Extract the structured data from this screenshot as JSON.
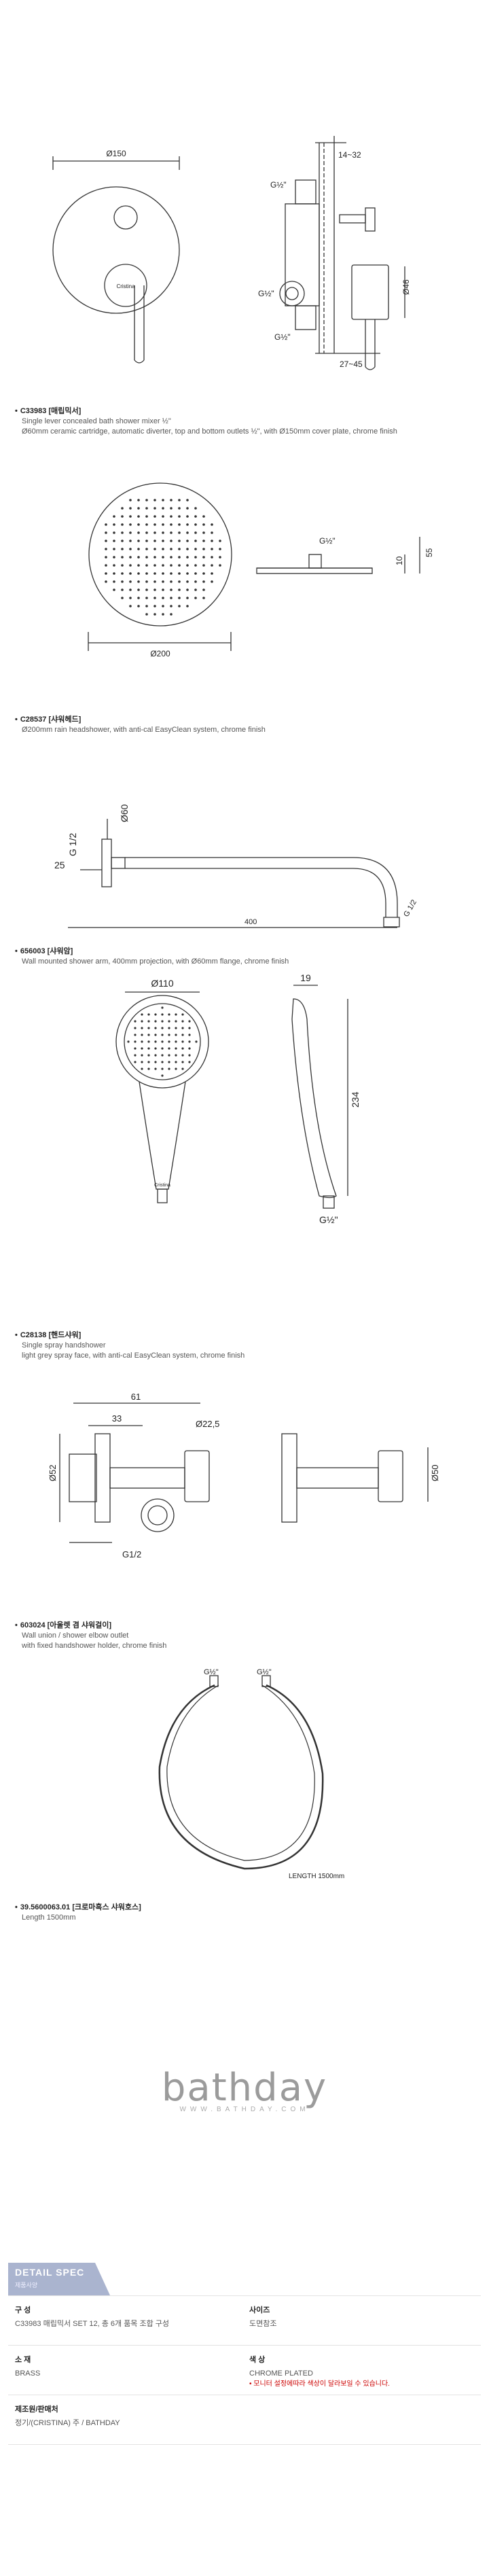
{
  "products": [
    {
      "code": "C33983 [매립믹서]",
      "desc": [
        "Single lever concealed bath shower mixer ½\"",
        "Ø60mm ceramic cartridge, automatic diverter, top and bottom outlets ½\", with Ø150mm cover plate, chrome finish"
      ],
      "dims": {
        "d150": "Ø150",
        "r1432": "14~32",
        "g1": "G½\"",
        "g2": "G½\"",
        "g3": "G½\"",
        "d46": "Ø46",
        "r2745": "27~45"
      },
      "brand": "Cristina"
    },
    {
      "code": "C28537 [샤워헤드]",
      "desc": [
        "Ø200mm rain headshower, with anti-cal EasyClean system, chrome finish"
      ],
      "dims": {
        "d200": "Ø200",
        "g": "G½\"",
        "h10": "10",
        "h55": "55"
      }
    },
    {
      "code": "656003 [샤워암]",
      "desc": [
        "Wall mounted shower arm, 400mm projection, with Ø60mm flange, chrome finish"
      ],
      "dims": {
        "g12": "G 1/2",
        "d60": "Ø60",
        "l25": "25",
        "l400": "400",
        "g12b": "G 1/2"
      }
    },
    {
      "code": "C28138 [핸드샤워]",
      "desc": [
        "Single spray handshower",
        "light grey spray face, with anti-cal EasyClean system, chrome finish"
      ],
      "dims": {
        "d110": "Ø110",
        "w19": "19",
        "h234": "234",
        "g": "G½\""
      },
      "brand": "Cristina"
    },
    {
      "code": "603024 [아울렛 겸 샤워걸이]",
      "desc": [
        "Wall union / shower elbow outlet",
        "with fixed handshower holder, chrome finish"
      ],
      "dims": {
        "l61": "61",
        "l33": "33",
        "d225": "Ø22,5",
        "d52": "Ø52",
        "g12": "G1/2",
        "d50": "Ø50"
      }
    },
    {
      "code": "39.5600063.01 [크로마흑스 샤워호스]",
      "desc": [
        "Length 1500mm"
      ],
      "dims": {
        "g1": "G½\"",
        "g2": "G½\"",
        "len": "LENGTH 1500mm"
      }
    }
  ],
  "logo": {
    "brand": "bathday",
    "url": "WWW.BATHDAY.COM"
  },
  "spec": {
    "tab_title": "DETAIL SPEC",
    "tab_sub": "제품사양",
    "rows": [
      {
        "l_label": "구 성",
        "l_value": "C33983 매립믹서 SET 12, 총 6개 품목 조합 구성",
        "r_label": "사이즈",
        "r_value": "도면참조"
      },
      {
        "l_label": "소 재",
        "l_value": "BRASS",
        "r_label": "색 상",
        "r_value": "CHROME PLATED",
        "r_note": "모니터 설정에따라 색상이 달라보일 수 있습니다."
      },
      {
        "l_label": "제조원/판매처",
        "l_value": "정기/(CRISTINA) 주 / BATHDAY",
        "r_label": "",
        "r_value": ""
      }
    ]
  },
  "colors": {
    "line": "#333333",
    "tab": "#aab4cf",
    "accent": "#c9a14a"
  }
}
